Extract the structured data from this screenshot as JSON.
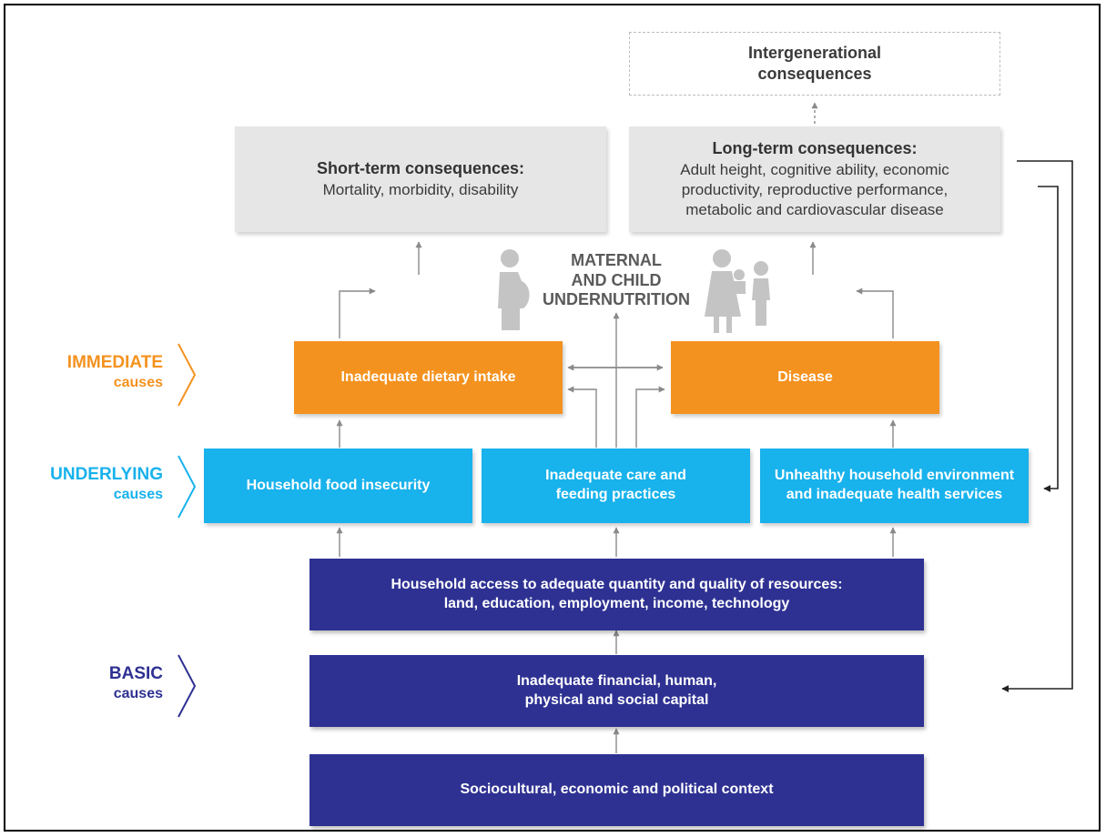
{
  "diagram": {
    "intergenerational": "Intergenerational consequences",
    "short_term": {
      "title": "Short-term consequences:",
      "body": "Mortality, morbidity, disability"
    },
    "long_term": {
      "title": "Long-term consequences:",
      "body_lines": [
        "Adult height, cognitive ability, economic",
        "productivity, reproductive performance,",
        "metabolic and cardiovascular disease"
      ]
    },
    "center_title_lines": [
      "MATERNAL",
      "AND CHILD",
      "UNDERNUTRITION"
    ],
    "levels": {
      "immediate": {
        "word": "IMMEDIATE",
        "sub": "causes",
        "color": "#f4921f"
      },
      "underlying": {
        "word": "UNDERLYING",
        "sub": "causes",
        "color": "#18b2ec"
      },
      "basic": {
        "word": "BASIC",
        "sub": "causes",
        "color": "#2e3192"
      }
    },
    "immediate_boxes": [
      "Inadequate dietary intake",
      "Disease"
    ],
    "underlying_boxes": [
      "Household food insecurity",
      "Inadequate care and feeding practices",
      "Unhealthy household environment and inadequate health services"
    ],
    "basic_boxes": {
      "access_lines": [
        "Household access to adequate quantity and quality of resources:",
        "land, education, employment, income, technology"
      ],
      "capital_lines": [
        "Inadequate financial, human,",
        "physical and social capital"
      ],
      "context": "Sociocultural, economic and political context"
    },
    "icons": [
      "pregnant-woman-icon",
      "mother-with-children-icon"
    ]
  }
}
